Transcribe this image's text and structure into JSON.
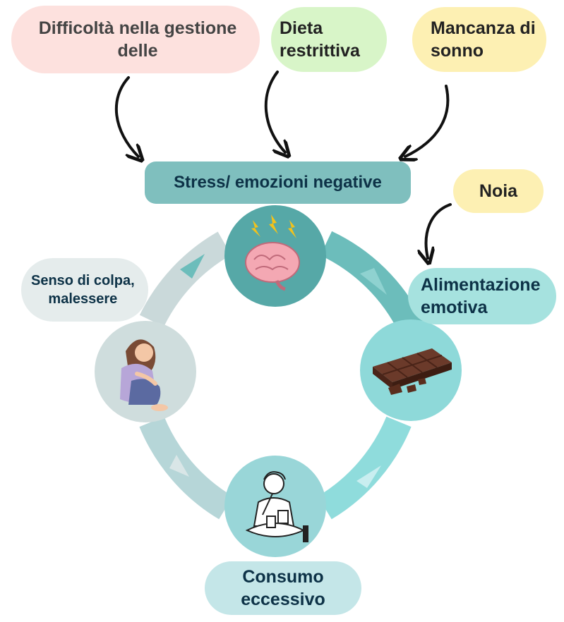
{
  "causes": [
    {
      "label": "Difficoltà nella gestione\ndelle"
    },
    {
      "label": "Dieta\nrestrittiva"
    },
    {
      "label": "Mancanza di\nsonno"
    }
  ],
  "extra_cause": {
    "label": "Noia"
  },
  "cycle": {
    "stress": {
      "label": "Stress/ emozioni negative"
    },
    "emotional_eating": {
      "label": "Alimentazione\nemotiva"
    },
    "overeating": {
      "label": "Consumo\neccessivo"
    },
    "guilt": {
      "label": "Senso di colpa,\nmalessere"
    }
  },
  "colors": {
    "pink": "#fde1de",
    "green": "#d8f5c8",
    "yellow": "#fdf0b3",
    "teal_dark": "#5aacaa",
    "teal_light": "#8ed9d9",
    "gray_ring": "#cfdddd",
    "text_dark": "#0d3247"
  },
  "icons": [
    "brain-stress-icon",
    "chocolate-bar-icon",
    "person-eating-icon",
    "sad-person-icon"
  ]
}
